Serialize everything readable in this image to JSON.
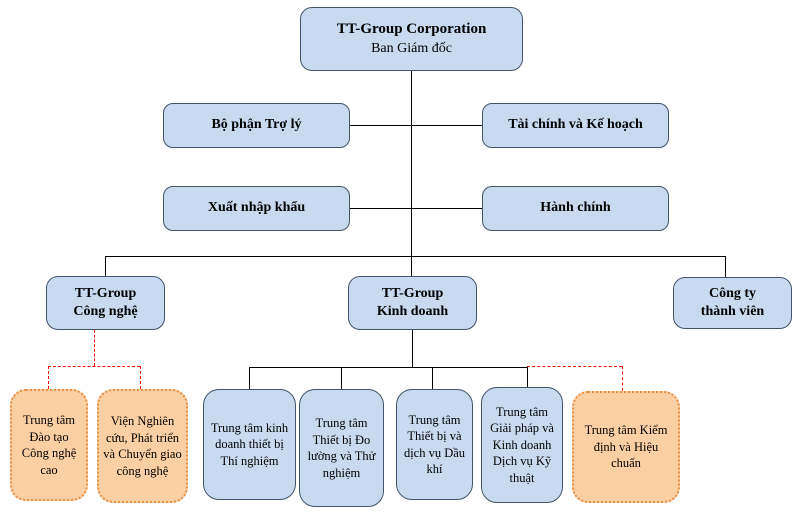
{
  "colors": {
    "blue_fill": "#c9d9f0",
    "blue_border": "#44546a",
    "orange_fill": "#fbcfa4",
    "orange_border": "#e78f44",
    "line": "#000000",
    "dashed_link": "#ff0000"
  },
  "org": {
    "root": {
      "title": "TT-Group Corporation",
      "subtitle": "Ban Giám đốc"
    },
    "staff": [
      {
        "label": "Bộ phận Trợ lý"
      },
      {
        "label": "Tài chính và Kế hoạch"
      },
      {
        "label": "Xuất nhập khẩu"
      },
      {
        "label": "Hành chính"
      }
    ],
    "divisions": [
      {
        "line1": "TT-Group",
        "line2": "Công nghệ"
      },
      {
        "line1": "TT-Group",
        "line2": "Kinh doanh"
      },
      {
        "line1": "Công ty",
        "line2": "thành viên"
      }
    ],
    "units": [
      {
        "label": "Trung tâm Đào tạo Công nghệ cao",
        "type": "orange"
      },
      {
        "label": "Viện Nghiên cứu, Phát triển và Chuyển giao công nghệ",
        "type": "orange"
      },
      {
        "label": "Trung tâm kinh doanh thiết bị Thí nghiệm",
        "type": "blue"
      },
      {
        "label": "Trung tâm Thiết bị Đo lường và Thử nghiệm",
        "type": "blue"
      },
      {
        "label": "Trung tâm Thiết bị và dịch vụ Dầu khí",
        "type": "blue"
      },
      {
        "label": "Trung tâm Giải pháp và Kinh doanh Dịch vụ Kỹ thuật",
        "type": "blue"
      },
      {
        "label": "Trung tâm Kiểm định và Hiệu chuẩn",
        "type": "orange"
      }
    ]
  }
}
